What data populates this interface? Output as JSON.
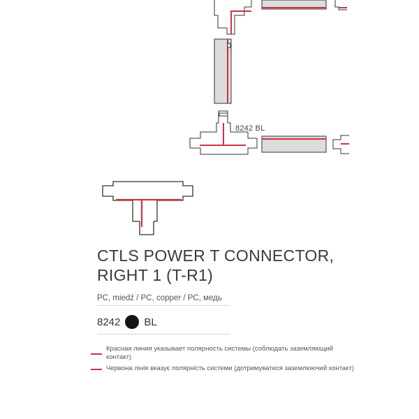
{
  "diagram": {
    "callout_label": "8242 BL",
    "colors": {
      "polarity": "#d23040",
      "rail_fill": "#dcdcdc",
      "outline": "#333333"
    }
  },
  "product": {
    "title_line1": "CTLS POWER T CONNECTOR,",
    "title_line2": "RIGHT 1 (T-R1)",
    "material": "PC, miedź / PC, copper / PC, медь",
    "variant": {
      "code": "8242",
      "color_dot": "#141414",
      "color_code": "BL"
    }
  },
  "legend": {
    "note_ru_line1": "Красная линия указывает полярность системы (соблюдать заземляющий",
    "note_ru_line2": "контакт)",
    "note_uk": "Червона лінія вказує полярність системи (дотримуватися заземлюючий контакт)"
  }
}
